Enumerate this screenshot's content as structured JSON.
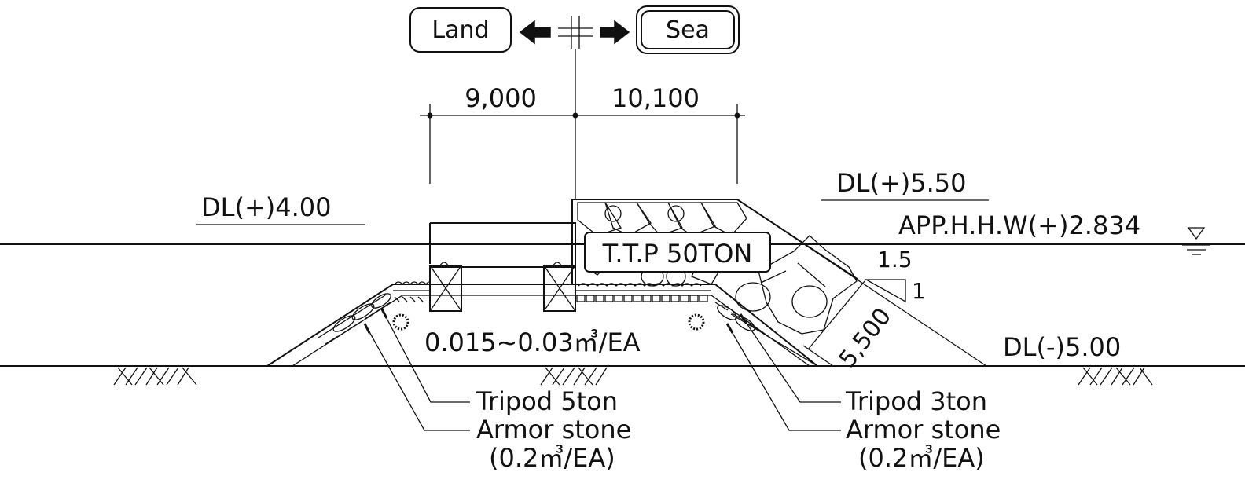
{
  "direction": {
    "land_label": "Land",
    "sea_label": "Sea"
  },
  "dimensions": {
    "left_width": "9,000",
    "right_width": "10,100",
    "slope_length": "5,500",
    "slope_ratio_h": "1.5",
    "slope_ratio_v": "1"
  },
  "levels": {
    "crown_land": "DL(+)4.00",
    "crown_sea": "DL(+)5.50",
    "high_water": "APP.H.H.W(+)2.834",
    "seabed": "DL(-)5.00"
  },
  "callouts": {
    "ttp": "T.T.P 50TON",
    "core_stone": "0.015~0.03㎥/EA",
    "left_tripod": "Tripod 5ton",
    "left_armor": "Armor stone",
    "left_armor_size": "(0.2㎥/EA)",
    "right_tripod": "Tripod 3ton",
    "right_armor": "Armor stone",
    "right_armor_size": "(0.2㎥/EA)"
  }
}
